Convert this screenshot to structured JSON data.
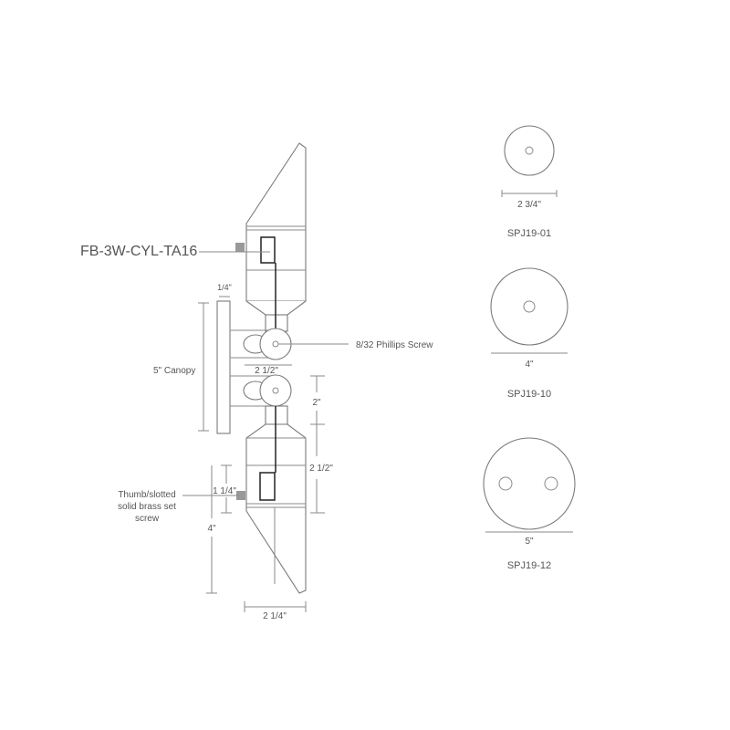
{
  "labels": {
    "model": "FB-3W-CYL-TA16",
    "screw": "8/32 Phillips Screw",
    "canopy": "5\" Canopy",
    "set_screw_lines": [
      "Thumb/slotted",
      "solid brass set",
      "screw"
    ]
  },
  "dimensions": {
    "canopy_thickness": "1/4\"",
    "arm_depth": "2 1/2\"",
    "knuckle_spacing": "2\"",
    "body_height": "2 1/2\"",
    "screw_offset": "1 1/4\"",
    "shade_length": "4\"",
    "body_width": "2 1/4\""
  },
  "canopies": [
    {
      "diameter": "2 3/4\"",
      "code": "SPJ19-01"
    },
    {
      "diameter": "4\"",
      "code": "SPJ19-10"
    },
    {
      "diameter": "5\"",
      "code": "SPJ19-12"
    }
  ]
}
